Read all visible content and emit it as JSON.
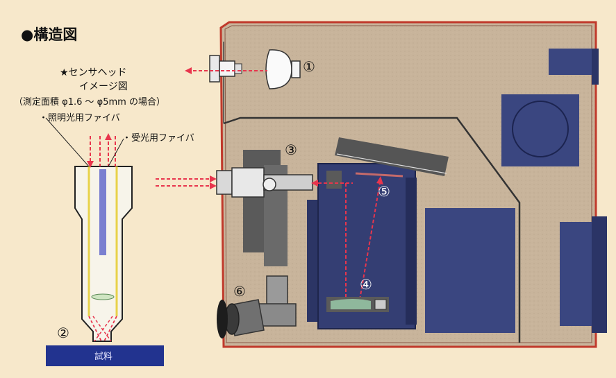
{
  "title": "●構造図",
  "sensor_head": {
    "heading": "★センサヘッド",
    "subheading": "イメージ図",
    "measure_area": "（測定面積 φ1.6 ～ φ5mm の場合）",
    "illum_fiber": "・照明光用ファイバ",
    "recv_fiber": "・受光用ファイバ"
  },
  "sample": "試料",
  "markers": [
    "①",
    "②",
    "③",
    "④",
    "⑤",
    "⑥"
  ],
  "colors": {
    "background": "#f7e8cb",
    "housing": "#c9b59c",
    "housing_border": "#c0392b",
    "block": "#3a4680",
    "grey": "#606060",
    "laser": "#e8354d",
    "fiber": "#e8d24a",
    "sample": "#22338f"
  }
}
